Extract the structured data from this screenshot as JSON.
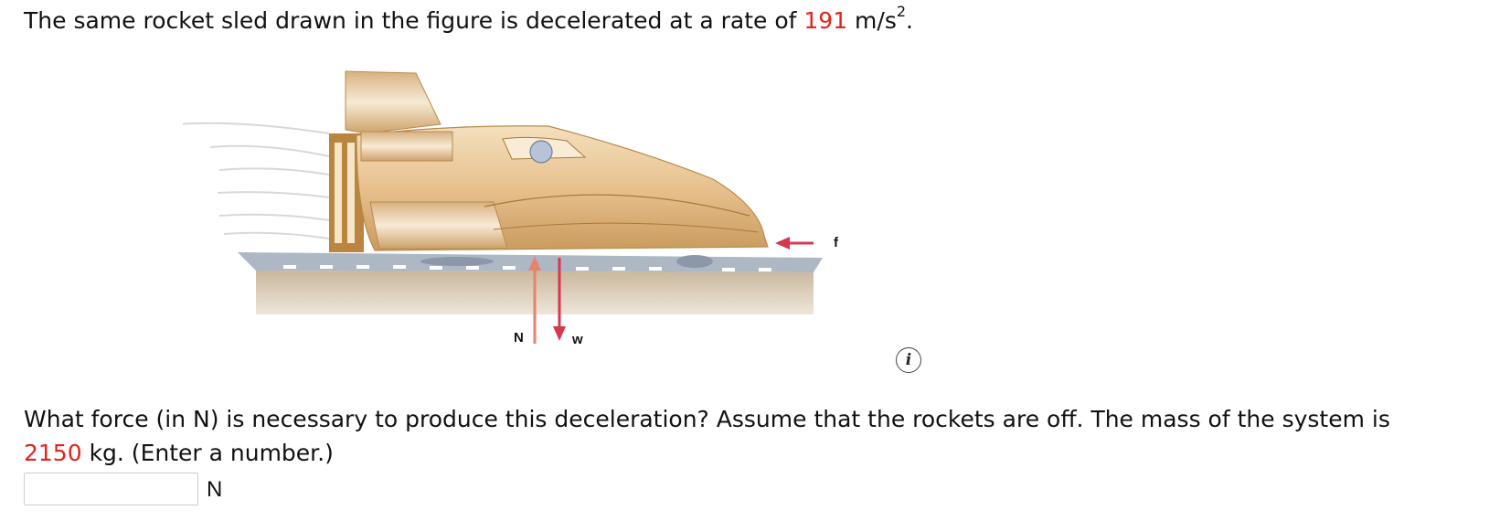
{
  "intro": {
    "prefix": "The same rocket sled drawn in the figure is decelerated at a rate of ",
    "rate": "191",
    "unit_base": " m/s",
    "unit_exp": "2",
    "suffix": "."
  },
  "figure": {
    "labels": {
      "normal": "N",
      "weight": "w",
      "friction": "f"
    },
    "colors": {
      "arrow": "#d6384e",
      "normal_arrow": "#e8826b",
      "sled": "#e9c89a",
      "track": "#aeb7c4",
      "ground": "#d6c7b3"
    }
  },
  "info_icon": {
    "glyph": "i",
    "icon": "info-icon"
  },
  "question": {
    "line1": "What force (in N) is necessary to produce this deceleration? Assume that the rockets are off. The mass of the system is",
    "mass": "2150",
    "line2_suffix": " kg. (Enter a number.)"
  },
  "answer": {
    "value": "",
    "unit": "N"
  }
}
